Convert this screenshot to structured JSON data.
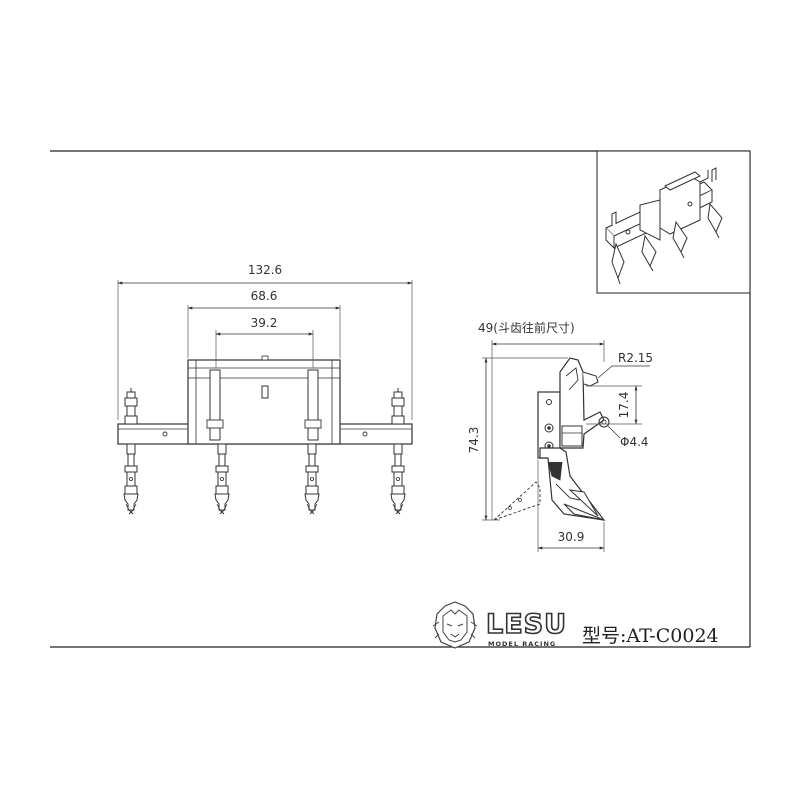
{
  "dimensions": {
    "overall_width": "132.6",
    "bracket_width": "68.6",
    "inner_width": "39.2",
    "tooth_projection": "49(斗齿往前尺寸)",
    "radius": "R2.15",
    "hole_spacing": "17.4",
    "hole_diameter": "Φ4.4",
    "height": "74.3",
    "base_depth": "30.9"
  },
  "brand": {
    "name": "LESU",
    "subtitle": "MODEL RACING",
    "logo_icon": "lion-head-icon"
  },
  "model": {
    "label": "型号:AT-C0024"
  },
  "colors": {
    "line": "#333333",
    "frame": "#222222",
    "background": "#ffffff"
  }
}
